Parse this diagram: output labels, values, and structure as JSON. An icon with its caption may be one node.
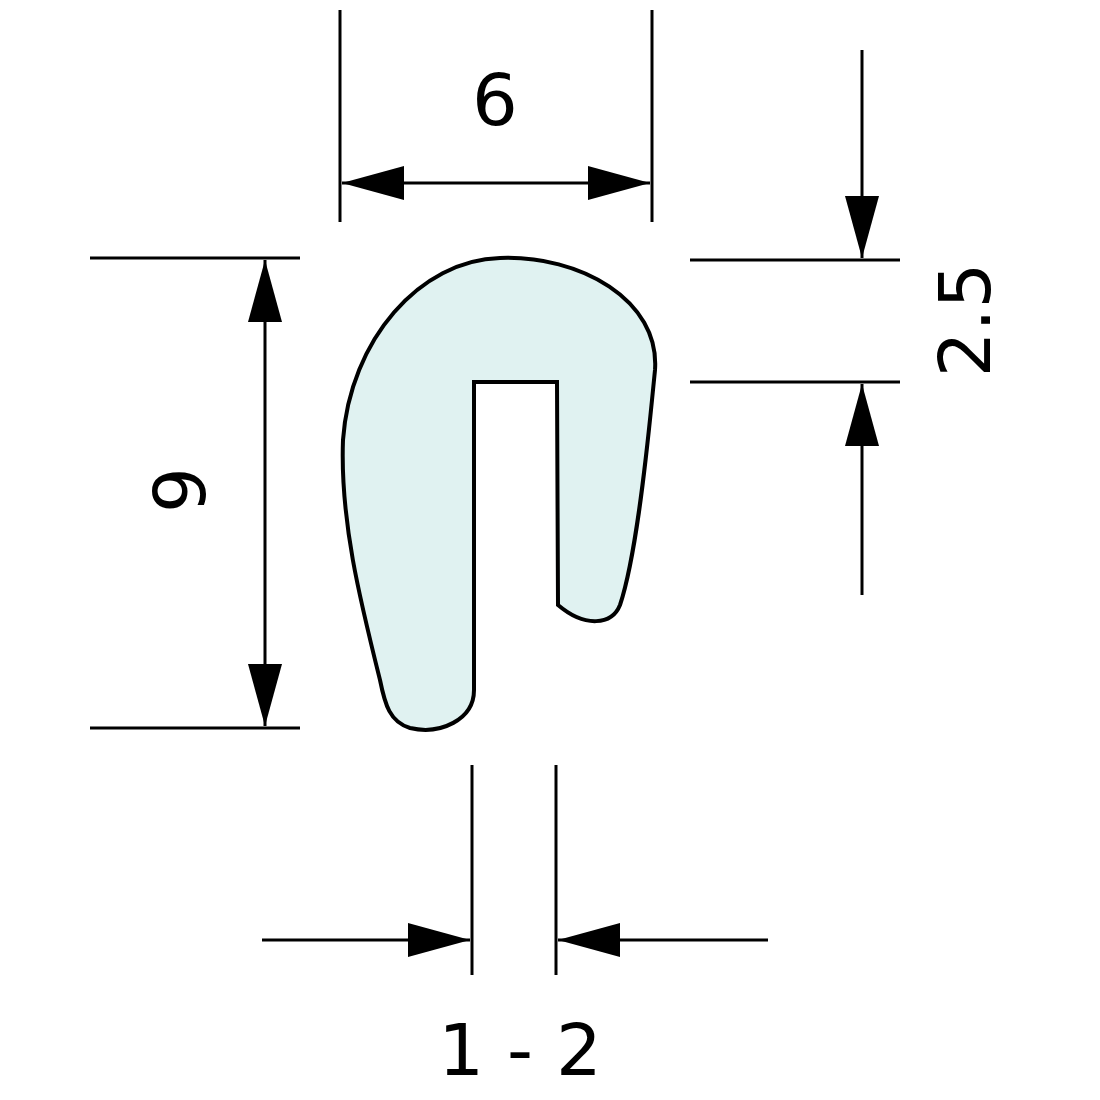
{
  "diagram": {
    "labels": [
      "6",
      "2.5",
      "9",
      "1 - 2"
    ]
  }
}
